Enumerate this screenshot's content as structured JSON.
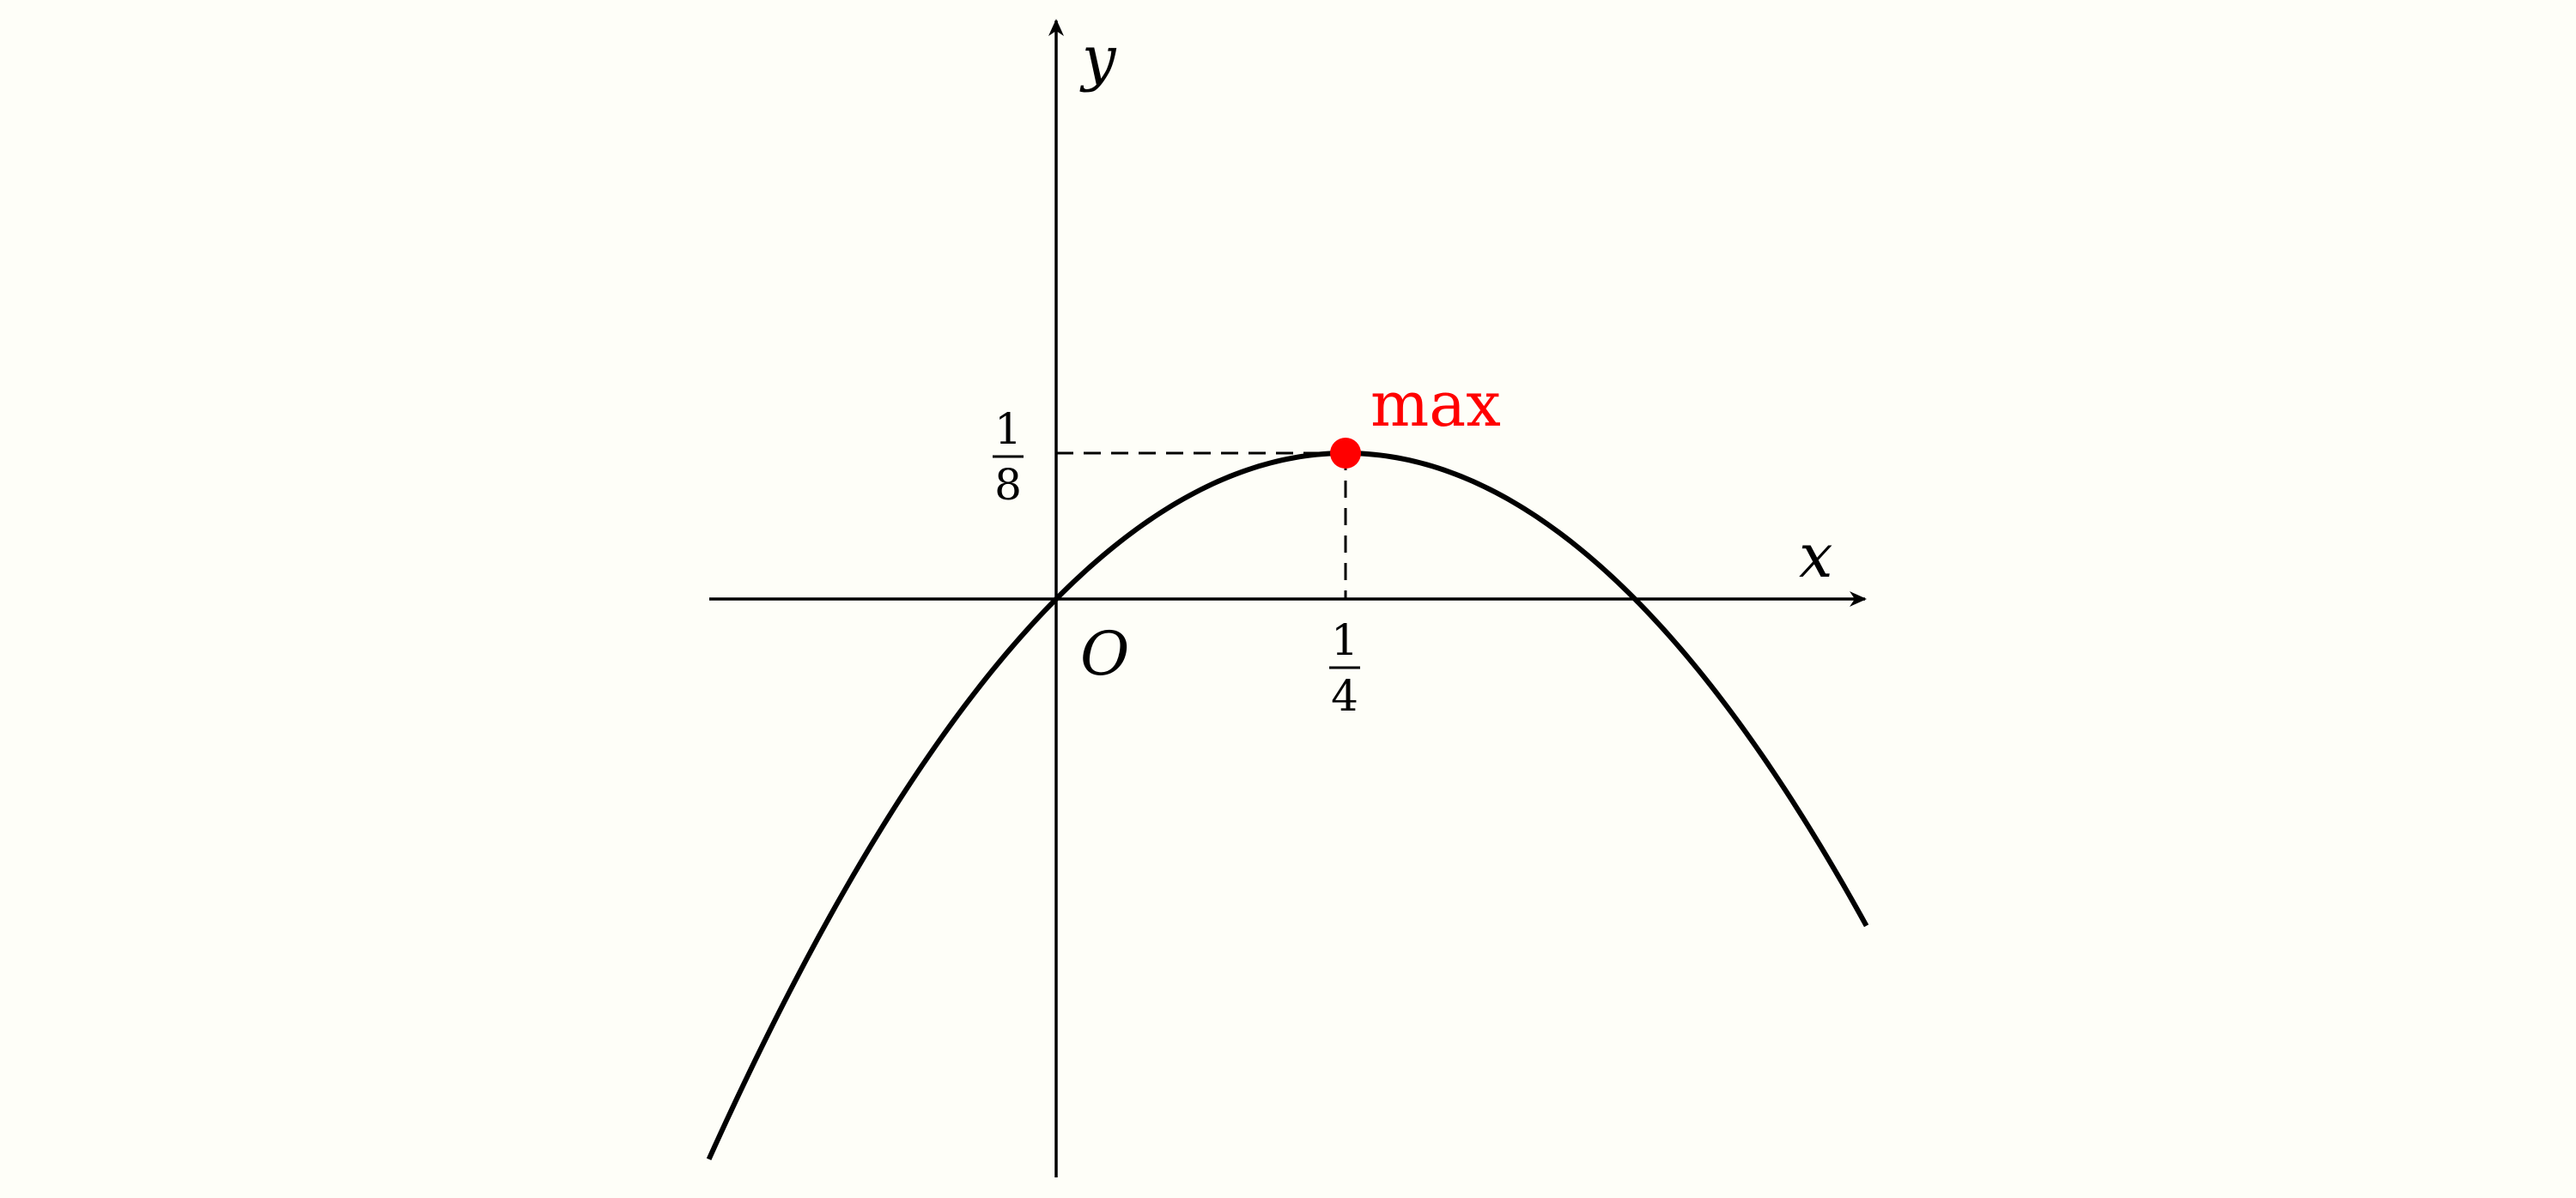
{
  "diagram": {
    "axis_labels": {
      "x": "x",
      "y": "y",
      "origin": "O"
    },
    "x_tick": {
      "numerator": "1",
      "denominator": "4"
    },
    "y_tick": {
      "numerator": "1",
      "denominator": "8"
    },
    "vertex_label": "max",
    "colors": {
      "background": "#fefef8",
      "ink": "#000000",
      "accent": "#ff0000"
    }
  },
  "chart_data": {
    "type": "line",
    "function": "y = x - 2x^2",
    "x": [
      -0.3,
      -0.2,
      -0.1,
      0,
      0.1,
      0.2,
      0.25,
      0.3,
      0.4,
      0.5,
      0.6,
      0.7
    ],
    "y": [
      -0.48,
      -0.28,
      -0.12,
      0,
      0.08,
      0.12,
      0.125,
      0.12,
      0.08,
      0,
      -0.12,
      -0.28
    ],
    "xlim": [
      -0.3,
      0.7
    ],
    "ylim": [
      -0.5,
      0.5
    ],
    "vertex": {
      "x": 0.25,
      "y": 0.125,
      "label": "max"
    },
    "grid": false
  }
}
